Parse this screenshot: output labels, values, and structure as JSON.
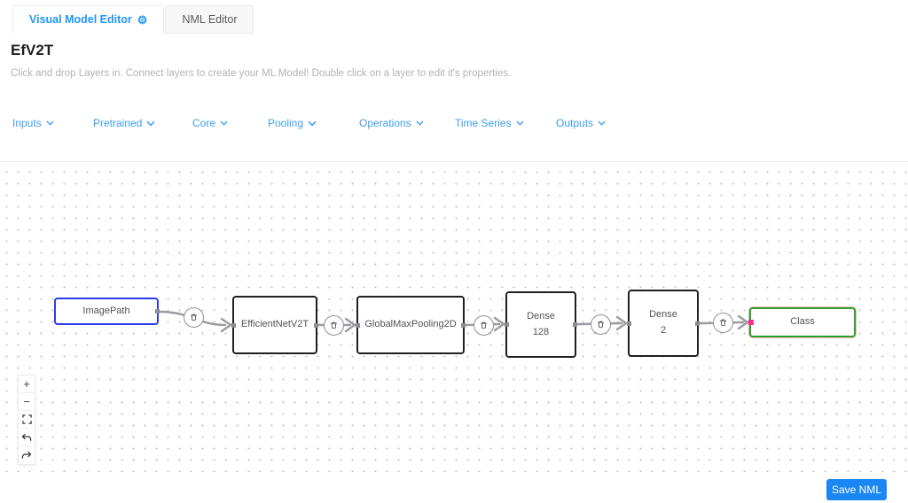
{
  "tabs": [
    {
      "label": "Visual Model Editor",
      "icon": "gear-icon",
      "icon_glyph": "⚙",
      "active": true
    },
    {
      "label": "NML Editor",
      "active": false
    }
  ],
  "header": {
    "title": "EfV2T",
    "description": "Click and drop Layers in. Connect layers to create your ML Model! Double click on a layer to edit it's properties."
  },
  "menu": {
    "items": [
      {
        "label": "Inputs"
      },
      {
        "label": "Pretrained"
      },
      {
        "label": "Core"
      },
      {
        "label": "Pooling"
      },
      {
        "label": "Operations"
      },
      {
        "label": "Time Series"
      },
      {
        "label": "Outputs"
      }
    ]
  },
  "canvas": {
    "nodes": [
      {
        "id": "imagepath",
        "label": "ImagePath",
        "role": "input",
        "border_color": "#2b3cf0"
      },
      {
        "id": "efficientnetv2t",
        "label": "EfficientNetV2T",
        "role": "layer",
        "border_color": "#1f1f1f"
      },
      {
        "id": "globalmaxpooling2d",
        "label": "GlobalMaxPooling2D",
        "role": "layer",
        "border_color": "#1f1f1f"
      },
      {
        "id": "dense-128",
        "label": "Dense",
        "sublabel": "128",
        "role": "layer",
        "border_color": "#1f1f1f"
      },
      {
        "id": "dense-2",
        "label": "Dense",
        "sublabel": "2",
        "role": "layer",
        "border_color": "#1f1f1f"
      },
      {
        "id": "class",
        "label": "Class",
        "role": "output",
        "border_color": "#2e9e2e",
        "handle_color": "#ff2d92"
      }
    ],
    "edges": [
      {
        "from": "imagepath",
        "to": "efficientnetv2t",
        "delete_button": "trash-icon"
      },
      {
        "from": "efficientnetv2t",
        "to": "globalmaxpooling2d",
        "delete_button": "trash-icon"
      },
      {
        "from": "globalmaxpooling2d",
        "to": "dense-128",
        "delete_button": "trash-icon"
      },
      {
        "from": "dense-128",
        "to": "dense-2",
        "delete_button": "trash-icon"
      },
      {
        "from": "dense-2",
        "to": "class",
        "delete_button": "trash-icon"
      }
    ],
    "controls": [
      {
        "name": "zoom-in",
        "glyph": "+"
      },
      {
        "name": "zoom-out",
        "glyph": "−"
      },
      {
        "name": "fit-view"
      },
      {
        "name": "undo"
      },
      {
        "name": "redo"
      }
    ]
  },
  "footer": {
    "save_label": "Save NML"
  },
  "colors": {
    "accent": "#1b87f5",
    "menu_link": "#3d9ef0",
    "edge": "#9b9ba1",
    "node_border": "#1f1f1f",
    "input_node_border": "#2b3cf0",
    "output_node_border": "#2e9e2e",
    "output_handle": "#ff2d92",
    "description_text": "#b3b3b3"
  }
}
